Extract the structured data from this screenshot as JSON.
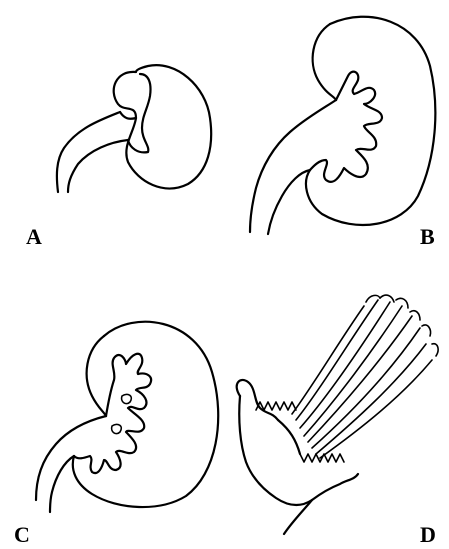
{
  "panels": [
    {
      "id": "A",
      "label": "A"
    },
    {
      "id": "B",
      "label": "B"
    },
    {
      "id": "C",
      "label": "C"
    },
    {
      "id": "D",
      "label": "D"
    }
  ]
}
